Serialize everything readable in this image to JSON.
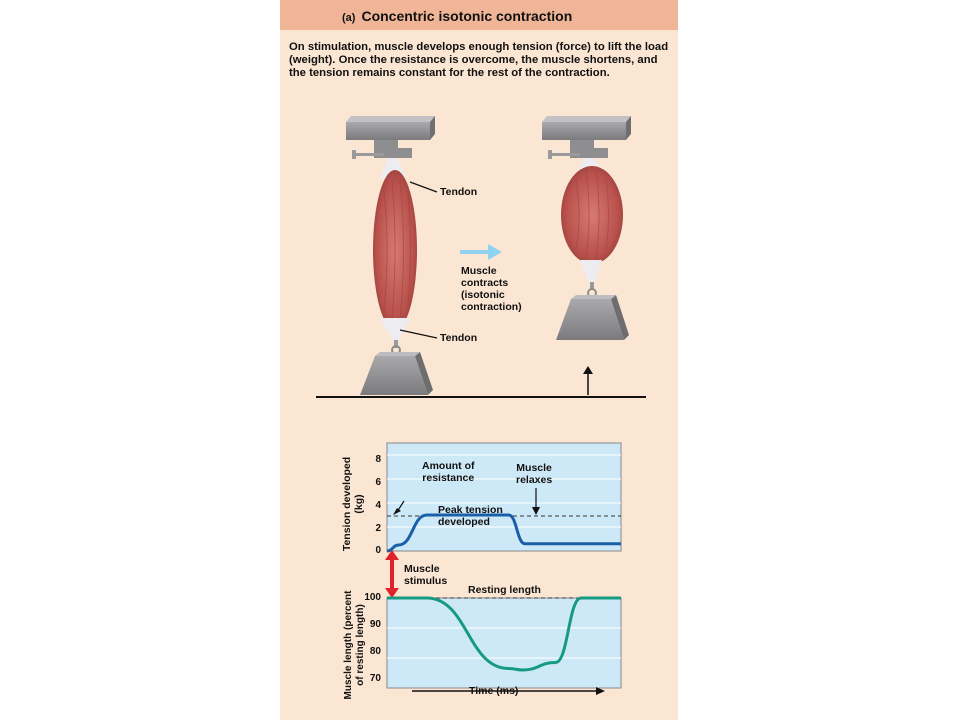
{
  "header": {
    "tag": "(a)",
    "title": "Concentric isotonic contraction"
  },
  "description": "On stimulation, muscle develops enough tension (force) to lift the load (weight). Once the resistance is overcome, the muscle shortens, and the tension remains constant for the rest of the contraction.",
  "illustration": {
    "tendon_top": "Tendon",
    "tendon_bottom": "Tendon",
    "arrow_caption": [
      "Muscle",
      "contracts",
      "(isotonic",
      "contraction)"
    ],
    "colors": {
      "muscle": "#c0544f",
      "tendon": "#e8e8ee",
      "weight": "#8c8c8c",
      "arrow": "#8fd3f0"
    }
  },
  "chart_data": [
    {
      "type": "line",
      "ylabel": "Tension developed (kg)",
      "yticks": [
        "8",
        "6",
        "4",
        "2",
        "0"
      ],
      "ylim": [
        0,
        9
      ],
      "series": [
        {
          "x": [
            0,
            0.05,
            0.17,
            0.52,
            0.59,
            1.0
          ],
          "y": [
            0,
            0.5,
            3.0,
            3.0,
            0.6,
            0.6
          ]
        }
      ],
      "reference_level": 3.1,
      "annotations": {
        "resistance": [
          "Amount of",
          "resistance"
        ],
        "relaxes": [
          "Muscle",
          "relaxes"
        ],
        "peak": [
          "Peak tension",
          "developed"
        ]
      },
      "colors": {
        "line": "#1a5fa8",
        "background": "#cde9f7"
      }
    },
    {
      "type": "line",
      "ylabel": "Muscle length (percent of resting length)",
      "yticks": [
        "100",
        "90",
        "80",
        "70"
      ],
      "ylim": [
        70,
        100
      ],
      "series": [
        {
          "x": [
            0,
            0.17,
            0.52,
            0.58,
            0.72,
            0.83,
            1.0
          ],
          "y": [
            100,
            100,
            76.5,
            76.0,
            78.5,
            100,
            100
          ]
        }
      ],
      "reference_label": "Resting length",
      "xlabel": "Time (ms)",
      "colors": {
        "line": "#169a82",
        "background": "#cde9f7"
      }
    }
  ],
  "stimulus_label": [
    "Muscle",
    "stimulus"
  ]
}
